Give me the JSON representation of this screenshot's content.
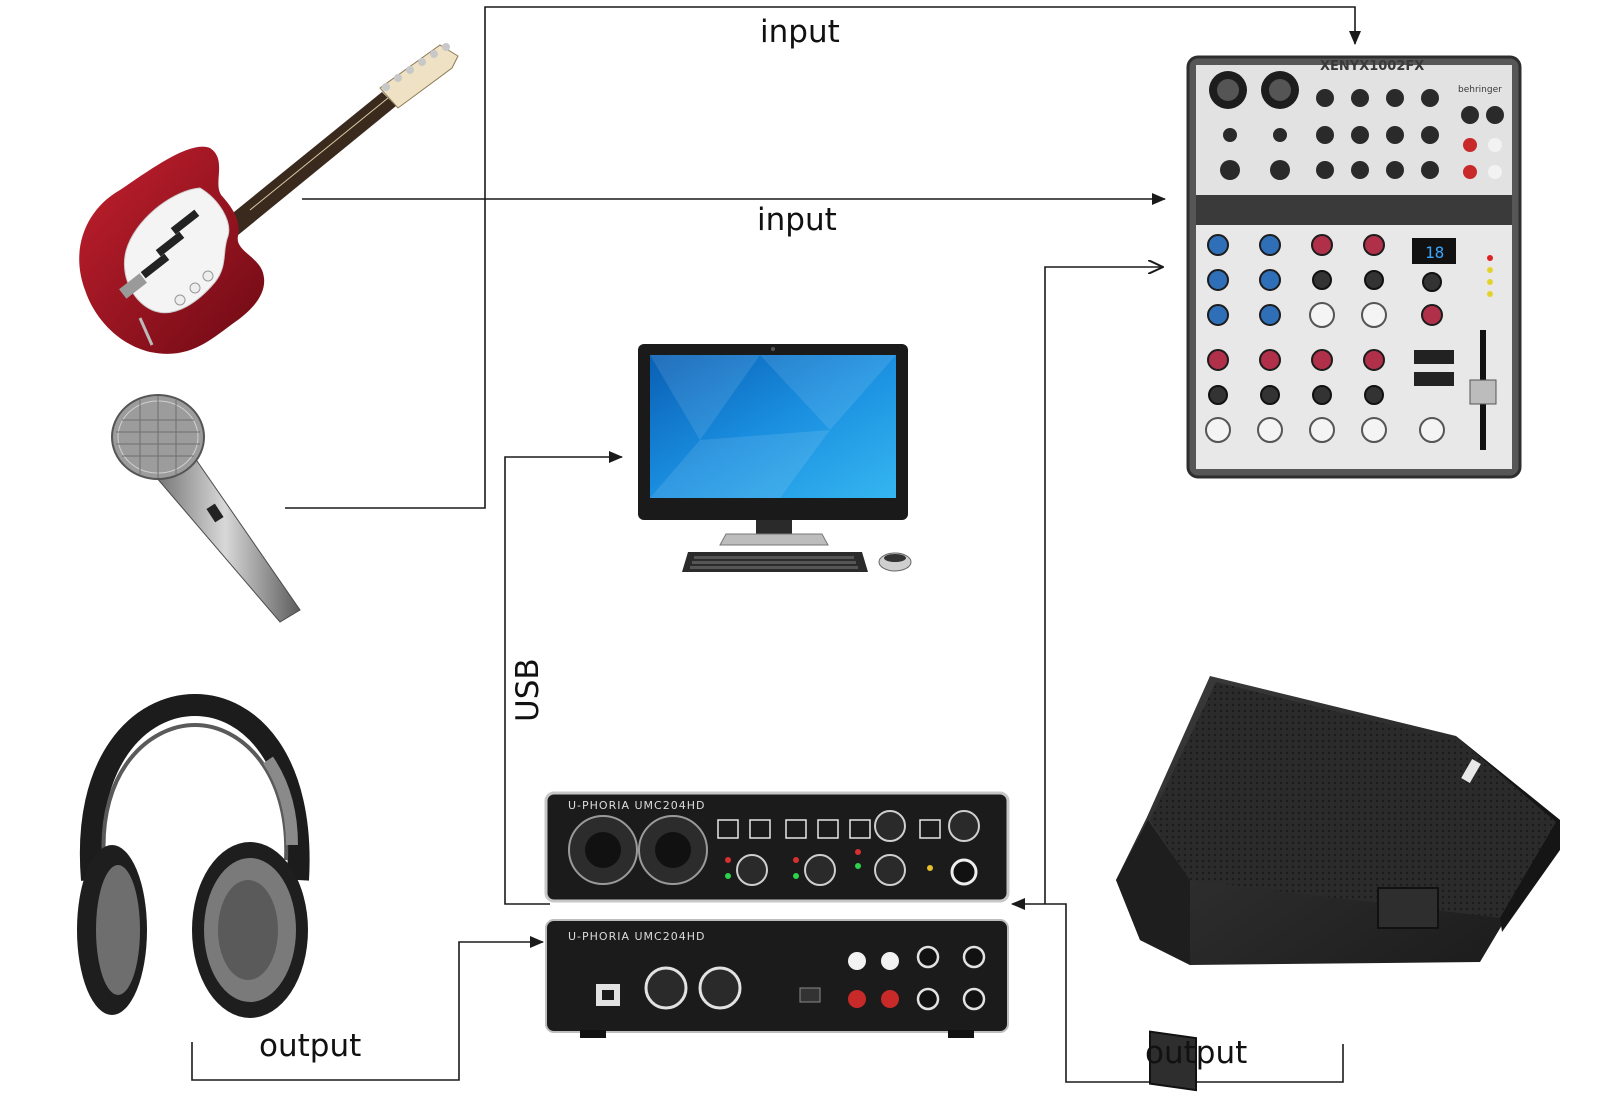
{
  "labels": {
    "input_top": "input",
    "input_mid": "input",
    "usb": "USB",
    "output_left": "output",
    "output_right": "output"
  },
  "devices": {
    "guitar": "electric-guitar",
    "microphone": "microphone",
    "headphones": "headphones",
    "computer": "desktop-computer",
    "mixer": "mixer",
    "mixer_brand": "XENYX1002FX",
    "mixer_maker": "behringer",
    "interface": "audio-interface",
    "interface_model": "U-PHORIA UMC204HD",
    "speaker": "stage-monitor-speaker"
  },
  "colors": {
    "line": "#1a1a1a",
    "guitar_body": "#9b1020",
    "screen_blue": "#1386d6",
    "device_dark": "#1b1b1b",
    "speaker_dark": "#2a2a2a",
    "knob_blue": "#2f6fb8",
    "knob_red": "#b0304a"
  }
}
